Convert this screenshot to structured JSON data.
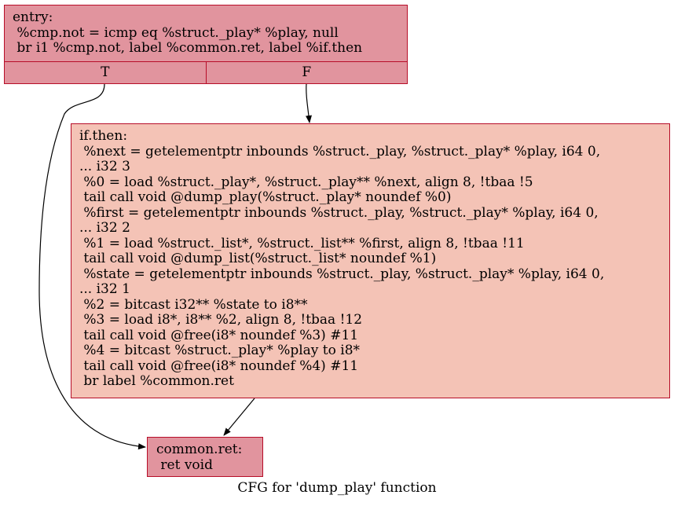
{
  "graph": {
    "caption": "CFG for 'dump_play' function",
    "colors": {
      "node_border": "#b70d28",
      "entry_fill": "#e1949e",
      "ifthen_fill": "#f4c3b6",
      "ret_fill": "#e1949e"
    },
    "nodes": {
      "entry": {
        "lines": [
          "entry:",
          " %cmp.not = icmp eq %struct._play* %play, null",
          " br i1 %cmp.not, label %common.ret, label %if.then"
        ],
        "branches": [
          "T",
          "F"
        ]
      },
      "if_then": {
        "lines": [
          "if.then:",
          " %next = getelementptr inbounds %struct._play, %struct._play* %play, i64 0,",
          "... i32 3",
          " %0 = load %struct._play*, %struct._play** %next, align 8, !tbaa !5",
          " tail call void @dump_play(%struct._play* noundef %0)",
          " %first = getelementptr inbounds %struct._play, %struct._play* %play, i64 0,",
          "... i32 2",
          " %1 = load %struct._list*, %struct._list** %first, align 8, !tbaa !11",
          " tail call void @dump_list(%struct._list* noundef %1)",
          " %state = getelementptr inbounds %struct._play, %struct._play* %play, i64 0,",
          "... i32 1",
          " %2 = bitcast i32** %state to i8**",
          " %3 = load i8*, i8** %2, align 8, !tbaa !12",
          " tail call void @free(i8* noundef %3) #11",
          " %4 = bitcast %struct._play* %play to i8*",
          " tail call void @free(i8* noundef %4) #11",
          " br label %common.ret"
        ]
      },
      "common_ret": {
        "lines": [
          "common.ret:",
          " ret void"
        ]
      }
    },
    "edges": [
      {
        "from": "entry:T",
        "to": "common_ret"
      },
      {
        "from": "entry:F",
        "to": "if_then"
      },
      {
        "from": "if_then",
        "to": "common_ret"
      }
    ]
  }
}
